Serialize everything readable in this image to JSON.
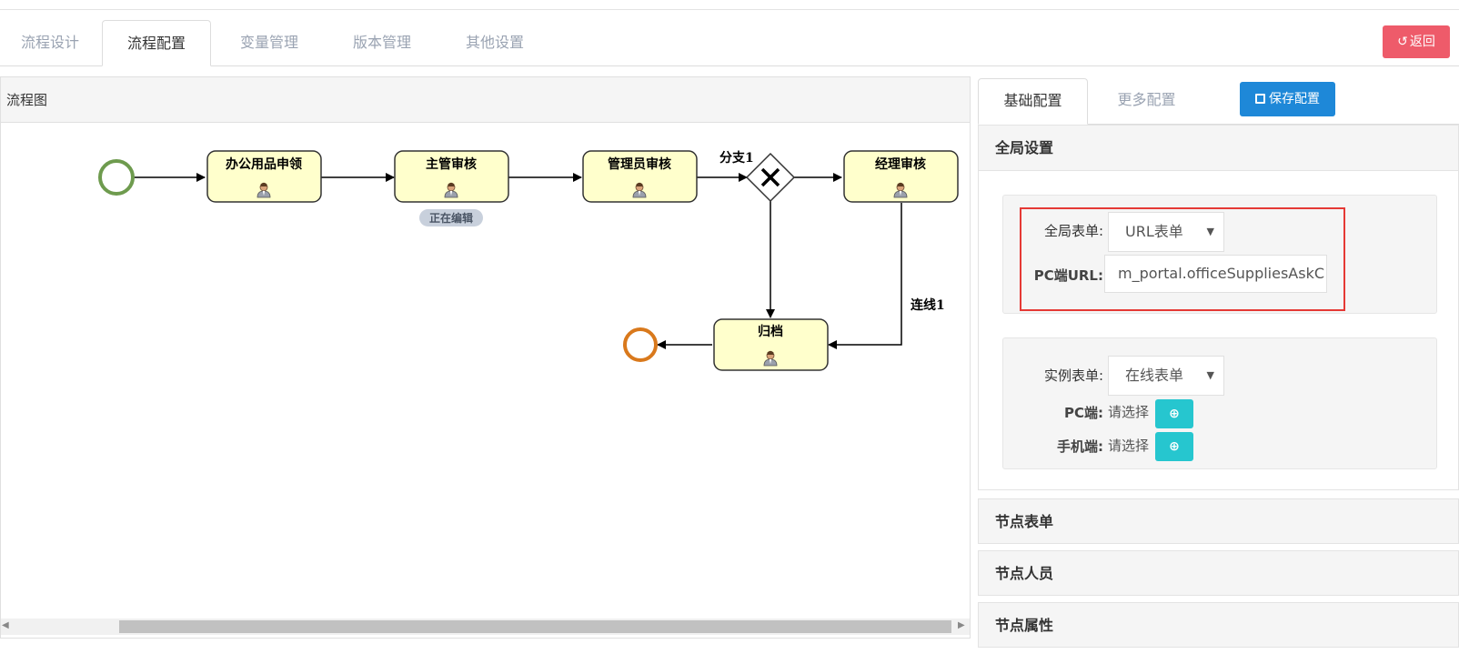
{
  "tabs": [
    {
      "label": "流程设计"
    },
    {
      "label": "流程配置"
    },
    {
      "label": "变量管理"
    },
    {
      "label": "版本管理"
    },
    {
      "label": "其他设置"
    }
  ],
  "back_button": {
    "label": "返回",
    "icon": "undo-icon"
  },
  "left_panel": {
    "title": "流程图"
  },
  "diagram": {
    "nodes": [
      {
        "label": "办公用品申领"
      },
      {
        "label": "主管审核"
      },
      {
        "label": "管理员审核"
      },
      {
        "label": "经理审核"
      },
      {
        "label": "归档"
      }
    ],
    "editing_badge": "正在编辑",
    "gateway_label": "分支1",
    "edge_label": "连线1"
  },
  "right_panel": {
    "tabs": [
      {
        "label": "基础配置"
      },
      {
        "label": "更多配置"
      }
    ],
    "save_button": {
      "label": "保存配置",
      "icon": "save-icon"
    },
    "global": {
      "title": "全局设置",
      "global_form_label": "全局表单:",
      "global_form_value": "URL表单",
      "pc_url_label": "PC端URL:",
      "pc_url_value": "m_portal.officeSuppliesAskC",
      "instance_form_label": "实例表单:",
      "instance_form_value": "在线表单",
      "pc_label": "PC端:",
      "pc_value": "请选择",
      "mobile_label": "手机端:",
      "mobile_value": "请选择"
    },
    "sections": [
      {
        "title": "节点表单"
      },
      {
        "title": "节点人员"
      },
      {
        "title": "节点属性"
      }
    ]
  },
  "colors": {
    "back_button": "#ee5b6a",
    "save_button": "#1e88d8",
    "search_button": "#26c6cf",
    "highlight_box": "#e53935",
    "task_fill": "#ffffcc",
    "start_event": "#6e9b4e",
    "end_event": "#d9791c"
  }
}
